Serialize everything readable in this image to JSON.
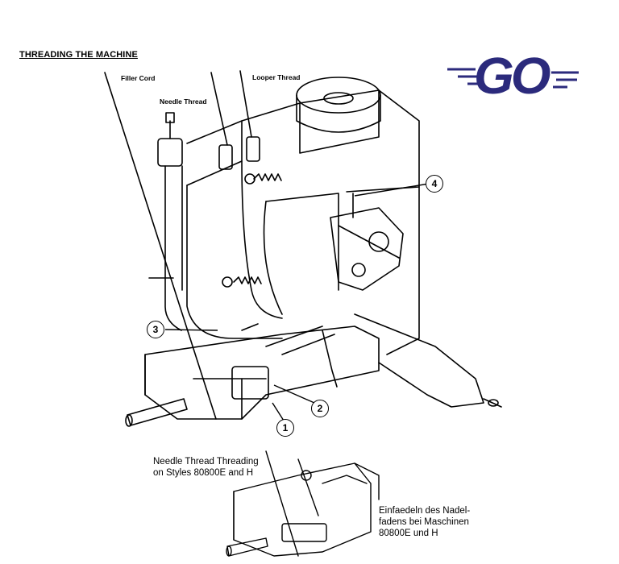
{
  "title": "THREADING THE MACHINE",
  "logo": {
    "text": "GO",
    "color": "#2b2a7c"
  },
  "labels": {
    "filler_cord": "Filler Cord",
    "needle_thread": "Needle Thread",
    "looper_thread": "Looper Thread"
  },
  "callouts": [
    "1",
    "2",
    "3",
    "4"
  ],
  "inset_caption_en": "Needle Thread Threading\non Styles 80800E and H",
  "inset_caption_de": "Einfaedeln des Nadel-\nfadens bei Maschinen\n80800E und H"
}
